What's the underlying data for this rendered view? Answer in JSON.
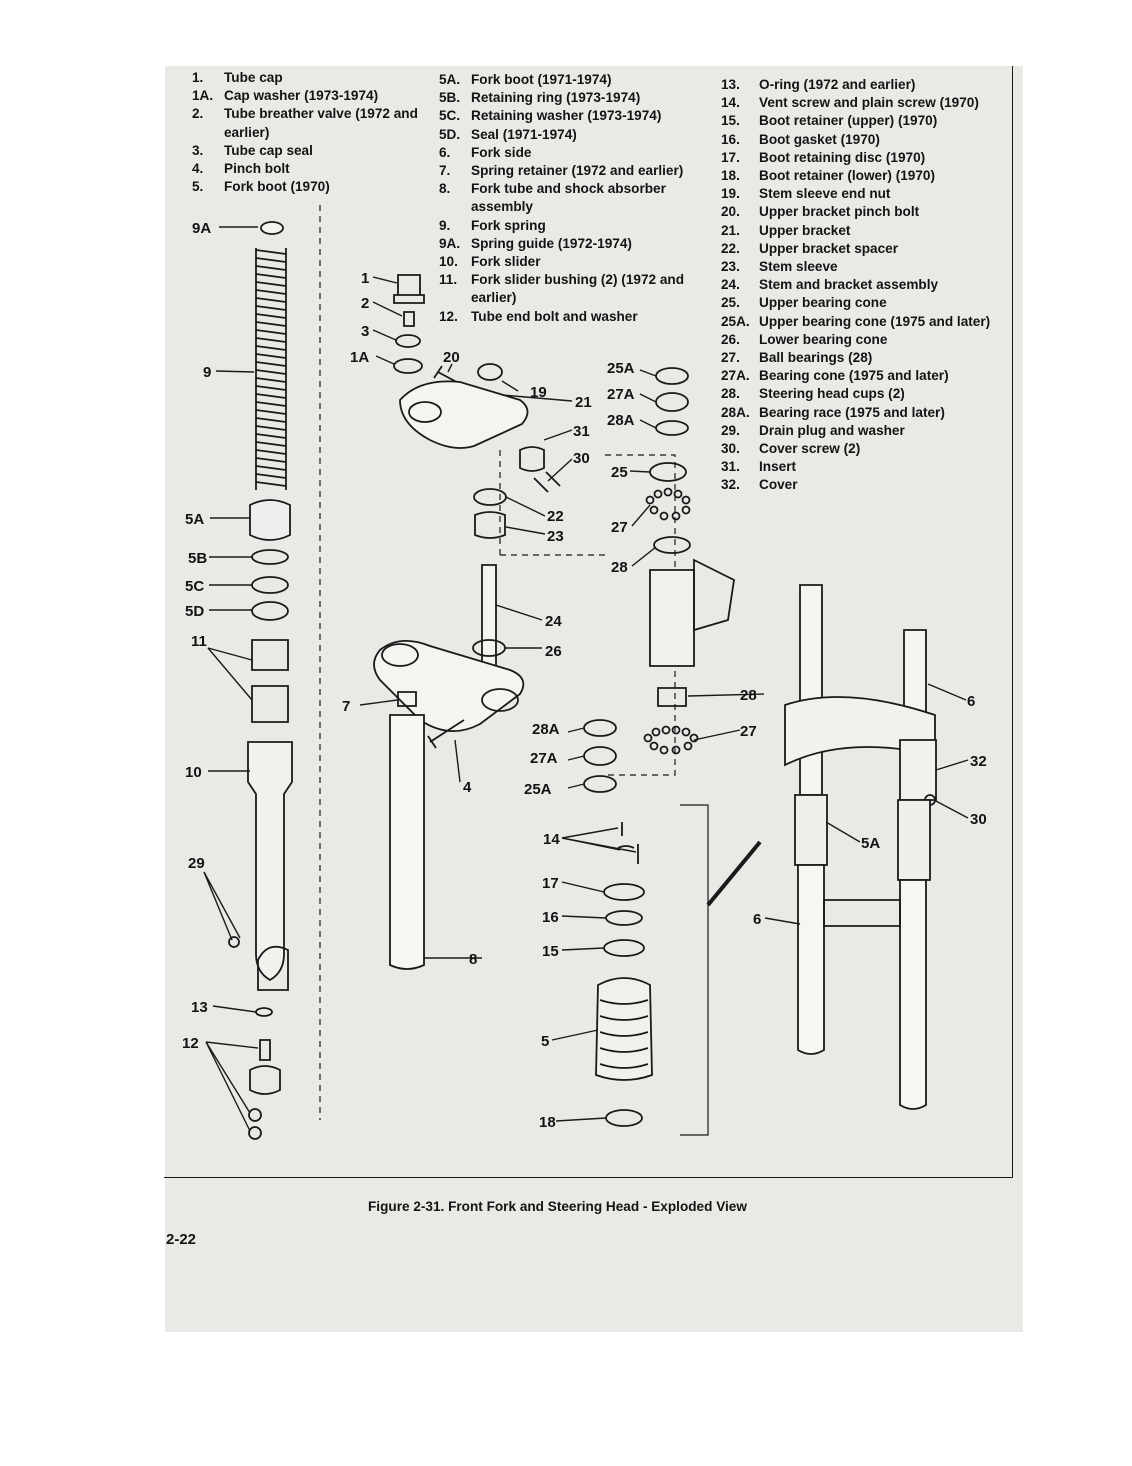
{
  "legend": {
    "col1": [
      {
        "num": "1.",
        "text": "Tube cap"
      },
      {
        "num": "1A.",
        "text": "Cap washer (1973-1974)"
      },
      {
        "num": "2.",
        "text": "Tube breather valve (1972 and earlier)"
      },
      {
        "num": "3.",
        "text": "Tube cap seal"
      },
      {
        "num": "4.",
        "text": "Pinch bolt"
      },
      {
        "num": "5.",
        "text": "Fork boot (1970)"
      }
    ],
    "col2": [
      {
        "num": "5A.",
        "text": "Fork boot (1971-1974)"
      },
      {
        "num": "5B.",
        "text": "Retaining ring (1973-1974)"
      },
      {
        "num": "5C.",
        "text": "Retaining washer (1973-1974)"
      },
      {
        "num": "5D.",
        "text": "Seal (1971-1974)"
      },
      {
        "num": "6.",
        "text": "Fork side"
      },
      {
        "num": "7.",
        "text": "Spring retainer (1972 and earlier)"
      },
      {
        "num": "8.",
        "text": "Fork tube and shock absorber assembly"
      },
      {
        "num": "9.",
        "text": "Fork spring"
      },
      {
        "num": "9A.",
        "text": "Spring guide (1972-1974)"
      },
      {
        "num": "10.",
        "text": "Fork slider"
      },
      {
        "num": "11.",
        "text": "Fork slider bushing (2) (1972 and earlier)"
      },
      {
        "num": "12.",
        "text": "Tube end bolt and washer"
      }
    ],
    "col3": [
      {
        "num": "13.",
        "text": "O-ring (1972 and earlier)"
      },
      {
        "num": "14.",
        "text": "Vent screw and plain screw (1970)"
      },
      {
        "num": "15.",
        "text": "Boot retainer (upper) (1970)"
      },
      {
        "num": "16.",
        "text": "Boot gasket (1970)"
      },
      {
        "num": "17.",
        "text": "Boot retaining disc (1970)"
      },
      {
        "num": "18.",
        "text": "Boot retainer (lower) (1970)"
      },
      {
        "num": "19.",
        "text": "Stem sleeve end nut"
      },
      {
        "num": "20.",
        "text": "Upper bracket pinch bolt"
      },
      {
        "num": "21.",
        "text": "Upper bracket"
      },
      {
        "num": "22.",
        "text": "Upper bracket spacer"
      },
      {
        "num": "23.",
        "text": "Stem sleeve"
      },
      {
        "num": "24.",
        "text": "Stem and bracket assembly"
      },
      {
        "num": "25.",
        "text": "Upper bearing cone"
      },
      {
        "num": "25A.",
        "text": "Upper bearing cone (1975 and later)"
      },
      {
        "num": "26.",
        "text": "Lower bearing cone"
      },
      {
        "num": "27.",
        "text": "Ball bearings (28)"
      },
      {
        "num": "27A.",
        "text": "Bearing cone (1975 and later)"
      },
      {
        "num": "28.",
        "text": "Steering head cups (2)"
      },
      {
        "num": "28A.",
        "text": "Bearing race (1975 and later)"
      },
      {
        "num": "29.",
        "text": "Drain plug and washer"
      },
      {
        "num": "30.",
        "text": "Cover screw (2)"
      },
      {
        "num": "31.",
        "text": "Insert"
      },
      {
        "num": "32.",
        "text": "Cover"
      }
    ]
  },
  "callouts": {
    "c9A": "9A",
    "c9": "9",
    "c5A": "5A",
    "c5B": "5B",
    "c5C": "5C",
    "c5D": "5D",
    "c11": "11",
    "c10": "10",
    "c29": "29",
    "c13": "13",
    "c12": "12",
    "c1": "1",
    "c2": "2",
    "c3": "3",
    "c1A": "1A",
    "c20": "20",
    "c19": "19",
    "c21": "21",
    "c31": "31",
    "c30a": "30",
    "c22": "22",
    "c23": "23",
    "c24": "24",
    "c26": "26",
    "c7": "7",
    "c4": "4",
    "c28Aa": "28A",
    "c27Aa": "27A",
    "c25Aa": "25A",
    "c14": "14",
    "c17": "17",
    "c16": "16",
    "c15": "15",
    "c8": "8",
    "c5": "5",
    "c18": "18",
    "c25Ab": "25A",
    "c27Ab": "27A",
    "c28Ab": "28A",
    "c25": "25",
    "c27a": "27",
    "c28a": "28",
    "c28b": "28",
    "c27b": "27",
    "c6a": "6",
    "c32": "32",
    "c30b": "30",
    "c5Ab": "5A",
    "c6b": "6"
  },
  "caption": "Figure 2-31. Front Fork and Steering Head - Exploded View",
  "page_number": "2-22"
}
